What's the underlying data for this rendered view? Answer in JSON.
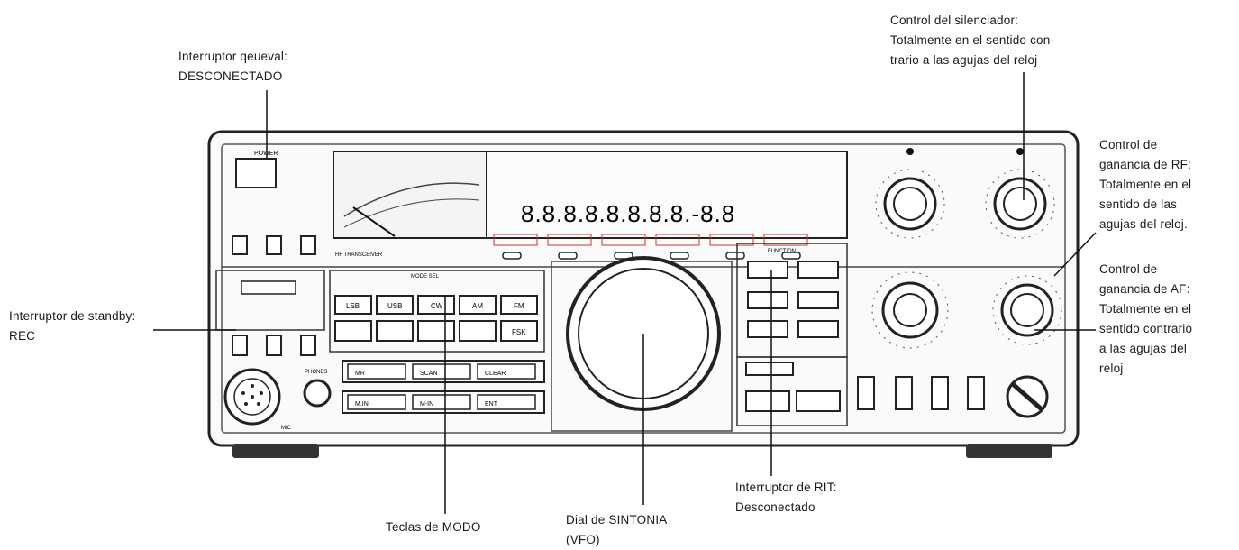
{
  "callouts": {
    "power_switch": "Interruptor qeueval:\nDESCONECTADO",
    "squelch": "Control del silenciador:\nTotalmente en el sentido con-\ntrario a las agujas del reloj",
    "rf_gain": "Control de\nganancia de RF:\nTotalmente en el\nsentido de las\nagujas del reloj.",
    "af_gain": "Control de\nganancia de AF:\nTotalmente en el\nsentido contrario\na las agujas del\nreloj",
    "standby": "Interruptor de standby:\nREC",
    "rit": "Interruptor de RIT:\nDesconectado",
    "mode_keys": "Teclas de MODO",
    "tuning_dial": "Dial de SINTONIA\n(VFO)"
  },
  "panel": {
    "power_label": "POWER",
    "frequency_readout": "8.8.8.8.8.8.8.8.-8.8",
    "mode_select_label": "MODE SEL",
    "mode_keys": [
      "LSB",
      "USB",
      "CW",
      "AM",
      "FM"
    ],
    "fsk_key": "FSK",
    "function_label": "FUNCTION",
    "lower_keys": [
      "MR",
      "SCAN",
      "CLEAR",
      "M.IN",
      "M-IN",
      "ENT"
    ],
    "phones_label": "PHONES",
    "mic_label": "MIC",
    "transceiver_label": "HF TRANSCEIVER"
  }
}
